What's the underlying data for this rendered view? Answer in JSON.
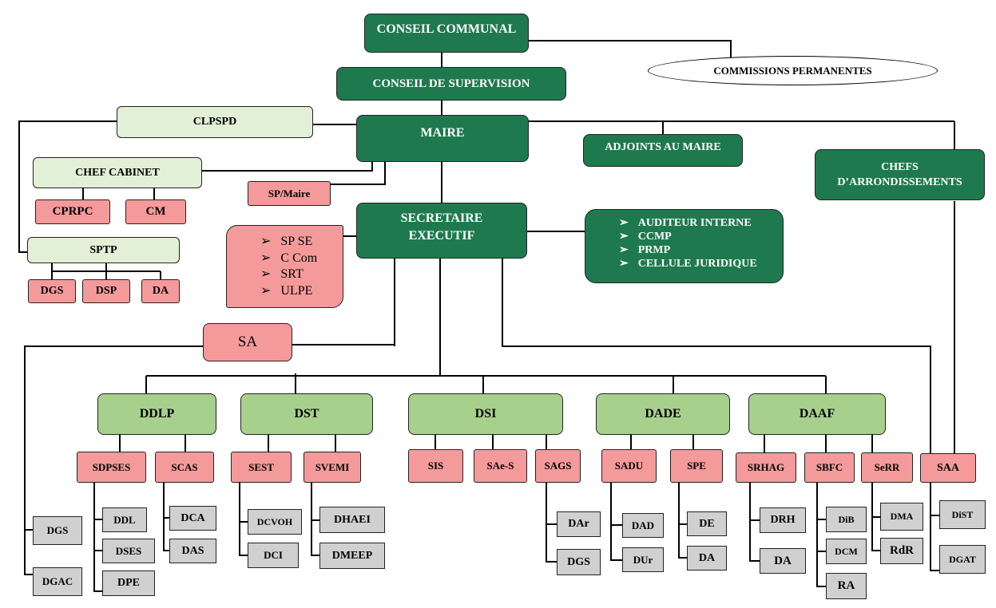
{
  "nodes": {
    "conseil_communal": "CONSEIL COMMUNAL",
    "commissions": "COMMISSIONS PERMANENTES",
    "conseil_supervision": "CONSEIL DE SUPERVISION",
    "clpspd": "CLPSPD",
    "maire": "MAIRE",
    "adjoints": "ADJOINTS AU MAIRE",
    "chefs_arr": "CHEFS D’ARRONDISSEMENTS",
    "chef_cabinet": "CHEF CABINET",
    "cprpc": "CPRPC",
    "cm": "CM",
    "sp_maire": "SP/Maire",
    "secretaire": "SECRETAIRE EXECUTIF",
    "sptp": "SPTP",
    "dgs1": "DGS",
    "dsp": "DSP",
    "da1": "DA",
    "sa": "SA",
    "ddlp": "DDLP",
    "dst": "DST",
    "dsi": "DSI",
    "dade": "DADE",
    "daaf": "DAAF",
    "sdpses": "SDPSES",
    "scas": "SCAS",
    "sest": "SEST",
    "svemi": "SVEMI",
    "sis": "SIS",
    "saes": "SAe-S",
    "sags": "SAGS",
    "sadu": "SADU",
    "spe": "SPE",
    "srhag": "SRHAG",
    "sbfc": "SBFC",
    "serr": "SeRR",
    "saa": "SAA",
    "dgs2": "DGS",
    "dgac": "DGAC",
    "ddl": "DDL",
    "dses": "DSES",
    "dpe": "DPE",
    "dca": "DCA",
    "das": "DAS",
    "dcvoh": "DCVOH",
    "dci": "DCI",
    "dhaei": "DHAEI",
    "dmeep": "DMEEP",
    "dar": "DAr",
    "dgs3": "DGS",
    "dad": "DAD",
    "dur": "DUr",
    "de": "DE",
    "da2": "DA",
    "drh": "DRH",
    "da3": "DA",
    "dib": "DiB",
    "dcm": "DCM",
    "ra": "RA",
    "dma": "DMA",
    "rdr": "RdR",
    "dist": "DiST",
    "dgat": "DGAT"
  },
  "sp_list": [
    "SP SE",
    "C Com",
    "SRT",
    "ULPE"
  ],
  "audit_list": [
    "AUDITEUR INTERNE",
    "CCMP",
    "PRMP",
    "CELLULE JURIDIQUE"
  ],
  "colors": {
    "dark_green": "#1e7a4e",
    "light_green": "#e1f0d6",
    "mid_green": "#a8d08d",
    "pink": "#f49a9a",
    "gray": "#d0d0d0"
  }
}
